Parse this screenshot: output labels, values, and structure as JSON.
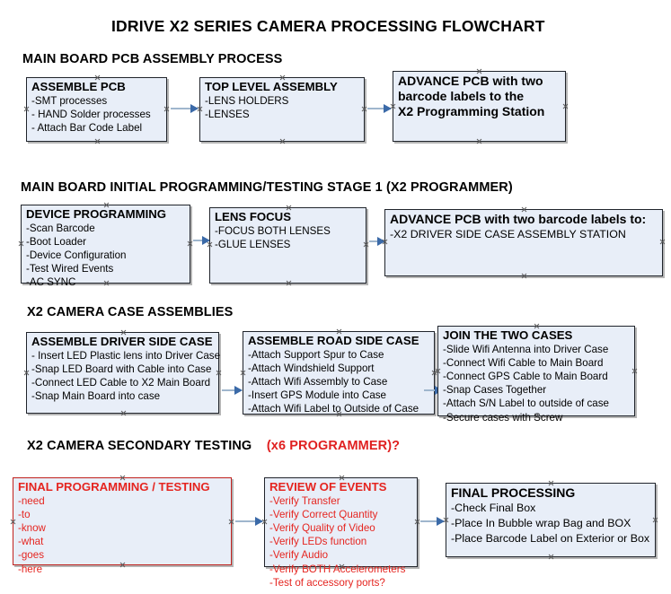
{
  "document": {
    "title": "IDRIVE X2  SERIES CAMERA PROCESSING FLOWCHART"
  },
  "theme": {
    "node_fill": "#e8eef8",
    "node_border": "#20242b",
    "red_text": "#e52520",
    "red_border": "#c0201c",
    "connector_line": "#9fb6cd",
    "connector_head": "#3b6aa8",
    "background": "#ffffff"
  },
  "sections": [
    {
      "heading": "MAIN BOARD PCB ASSEMBLY PROCESS",
      "heading_red": "",
      "nodes": [
        {
          "header": "ASSEMBLE PCB",
          "lines": [
            "-SMT processes",
            "- HAND Solder processes",
            "- Attach Bar Code Label"
          ]
        },
        {
          "header": "TOP LEVEL ASSEMBLY",
          "lines": [
            "-LENS HOLDERS",
            "-LENSES"
          ]
        },
        {
          "header": "ADVANCE PCB with two",
          "lines": [
            "barcode labels to the",
            " X2 Programming Station"
          ]
        }
      ]
    },
    {
      "heading": "MAIN BOARD INITIAL PROGRAMMING/TESTING STAGE 1 (X2 PROGRAMMER)",
      "heading_red": "",
      "nodes": [
        {
          "header": "DEVICE PROGRAMMING",
          "lines": [
            "-Scan Barcode",
            "-Boot Loader",
            "-Device Configuration",
            "-Test Wired Events",
            "-AC SYNC"
          ]
        },
        {
          "header": "LENS FOCUS",
          "lines": [
            "-FOCUS BOTH LENSES",
            "-GLUE LENSES"
          ]
        },
        {
          "header": "ADVANCE PCB with two barcode labels to:",
          "lines": [
            "-X2 DRIVER  SIDE  CASE  ASSEMBLY STATION"
          ]
        }
      ]
    },
    {
      "heading": "X2 CAMERA CASE ASSEMBLIES",
      "heading_red": "",
      "nodes": [
        {
          "header": "ASSEMBLE DRIVER SIDE CASE",
          "lines": [
            "- Insert LED Plastic lens into Driver Case",
            "-Snap LED Board with Cable into Case",
            "-Connect LED Cable to X2 Main Board",
            "-Snap Main Board into case"
          ]
        },
        {
          "header": "ASSEMBLE ROAD SIDE CASE",
          "lines": [
            "-Attach Support Spur to Case",
            "-Attach Windshield Support",
            "-Attach Wifi Assembly to Case",
            "-Insert GPS Module into Case",
            "-Attach Wifi Label to Outside of Case"
          ]
        },
        {
          "header": "JOIN THE TWO CASES",
          "lines": [
            "-Slide Wifi Antenna into Driver Case",
            "-Connect Wifi Cable to Main Board",
            "-Connect GPS Cable to Main Board",
            "-Snap Cases Together",
            "-Attach S/N Label to outside of case",
            "-Secure cases with Screw"
          ]
        }
      ]
    },
    {
      "heading": "X2 CAMERA SECONDARY TESTING",
      "heading_red": "(x6 PROGRAMMER)?",
      "nodes": [
        {
          "header": "FINAL PROGRAMMING / TESTING",
          "lines": [
            "-need",
            "-to",
            "-know",
            "-what",
            "-goes",
            "-here"
          ]
        },
        {
          "header": "REVIEW OF EVENTS",
          "lines": [
            "-Verify Transfer",
            "-Verify Correct Quantity",
            "-Verify Quality of Video",
            "-Verify LEDs function",
            "-Verify Audio",
            "-Verify BOTH Accelerometers",
            "-Test of accessory ports?"
          ]
        },
        {
          "header": "FINAL PROCESSING",
          "lines": [
            "-Check Final Box",
            "-Place In Bubble wrap Bag and BOX",
            "-Place Barcode Label on Exterior or Box"
          ]
        }
      ]
    }
  ]
}
